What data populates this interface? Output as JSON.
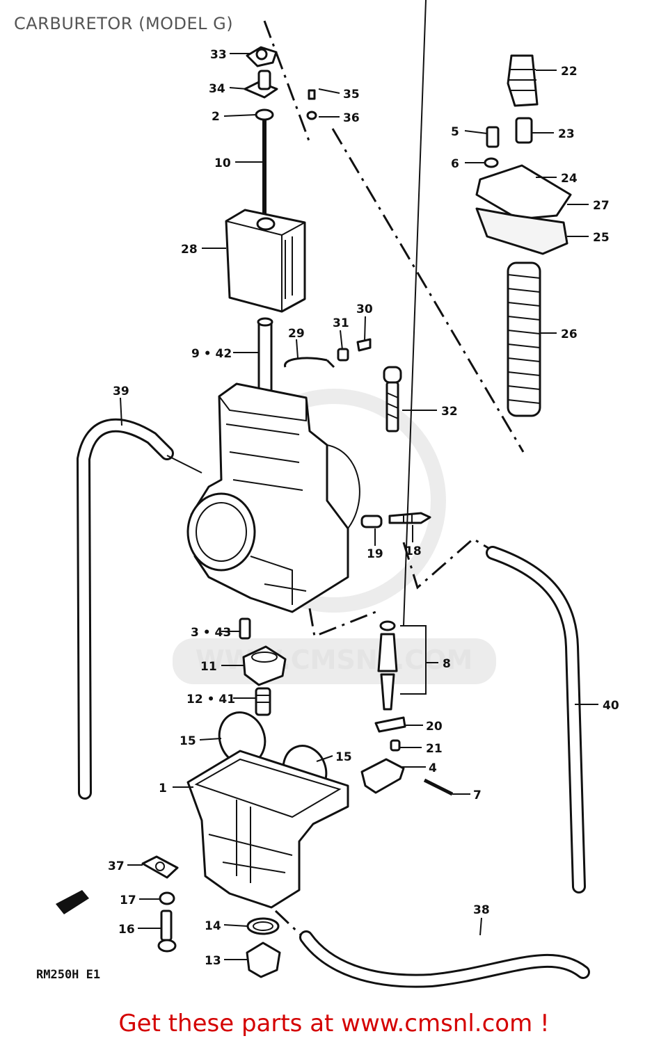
{
  "header": {
    "title": "CARBURETOR (MODEL G)"
  },
  "diagram": {
    "model_code": "RM250H E1",
    "watermark": "WWW.CMSNL.COM",
    "labels": {
      "p1": "1",
      "p2": "2",
      "p3_43": "3 • 43",
      "p4": "4",
      "p5": "5",
      "p6": "6",
      "p7": "7",
      "p8": "8",
      "p9_42": "9 • 42",
      "p10": "10",
      "p11": "11",
      "p12_41": "12 • 41",
      "p13": "13",
      "p14": "14",
      "p15a": "15",
      "p15b": "15",
      "p16": "16",
      "p17": "17",
      "p18": "18",
      "p19": "19",
      "p20": "20",
      "p21": "21",
      "p22": "22",
      "p23": "23",
      "p24": "24",
      "p25": "25",
      "p26": "26",
      "p27": "27",
      "p28": "28",
      "p29": "29",
      "p30": "30",
      "p31": "31",
      "p32": "32",
      "p33": "33",
      "p34": "34",
      "p35": "35",
      "p36": "36",
      "p37": "37",
      "p38": "38",
      "p39": "39",
      "p40": "40"
    }
  },
  "footer": {
    "cta": "Get these parts at www.cmsnl.com !"
  },
  "colors": {
    "cta": "#d40000",
    "title": "#555555",
    "line": "#111111",
    "watermark": "#e4e4e4"
  }
}
